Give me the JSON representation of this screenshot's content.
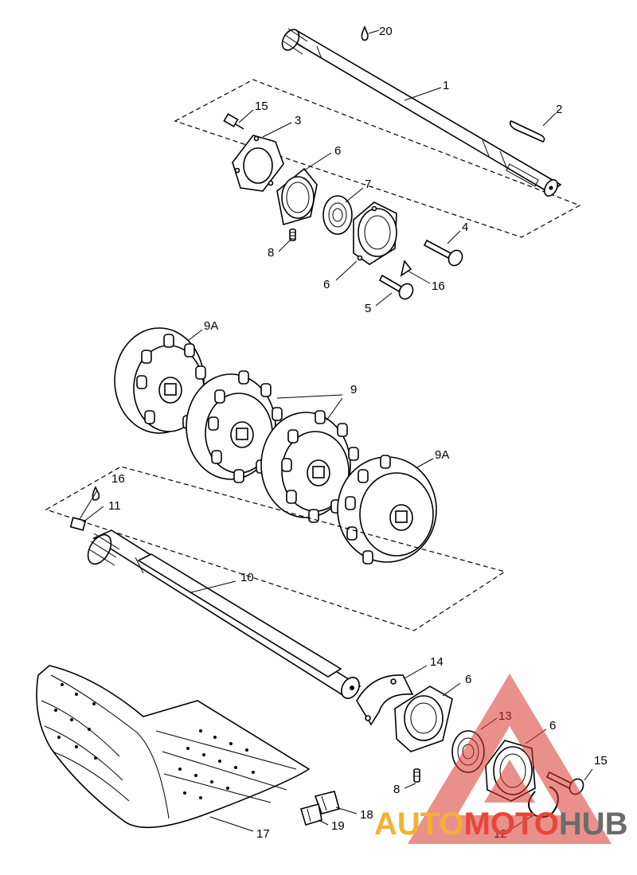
{
  "callouts": [
    {
      "id": "c20",
      "label": "20"
    },
    {
      "id": "c1",
      "label": "1"
    },
    {
      "id": "c2",
      "label": "2"
    },
    {
      "id": "c15a",
      "label": "15"
    },
    {
      "id": "c3",
      "label": "3"
    },
    {
      "id": "c6a",
      "label": "6"
    },
    {
      "id": "c7",
      "label": "7"
    },
    {
      "id": "c4",
      "label": "4"
    },
    {
      "id": "c8a",
      "label": "8"
    },
    {
      "id": "c6b",
      "label": "6"
    },
    {
      "id": "c16a",
      "label": "16"
    },
    {
      "id": "c5",
      "label": "5"
    },
    {
      "id": "c9Aa",
      "label": "9A"
    },
    {
      "id": "c9",
      "label": "9"
    },
    {
      "id": "c9Ab",
      "label": "9A"
    },
    {
      "id": "c16b",
      "label": "16"
    },
    {
      "id": "c11",
      "label": "11"
    },
    {
      "id": "c10",
      "label": "10"
    },
    {
      "id": "c14",
      "label": "14"
    },
    {
      "id": "c6c",
      "label": "6"
    },
    {
      "id": "c13",
      "label": "13"
    },
    {
      "id": "c6d",
      "label": "6"
    },
    {
      "id": "c15b",
      "label": "15"
    },
    {
      "id": "c8b",
      "label": "8"
    },
    {
      "id": "c18",
      "label": "18"
    },
    {
      "id": "c19",
      "label": "19"
    },
    {
      "id": "c17",
      "label": "17"
    },
    {
      "id": "c12",
      "label": "12"
    }
  ],
  "watermark": {
    "text_part1": "AUTO",
    "text_part2": "MOTO",
    "text_part3": "HUB",
    "color1": "#f2b233",
    "color2": "#e8463a",
    "color3": "#6b6b6b"
  }
}
